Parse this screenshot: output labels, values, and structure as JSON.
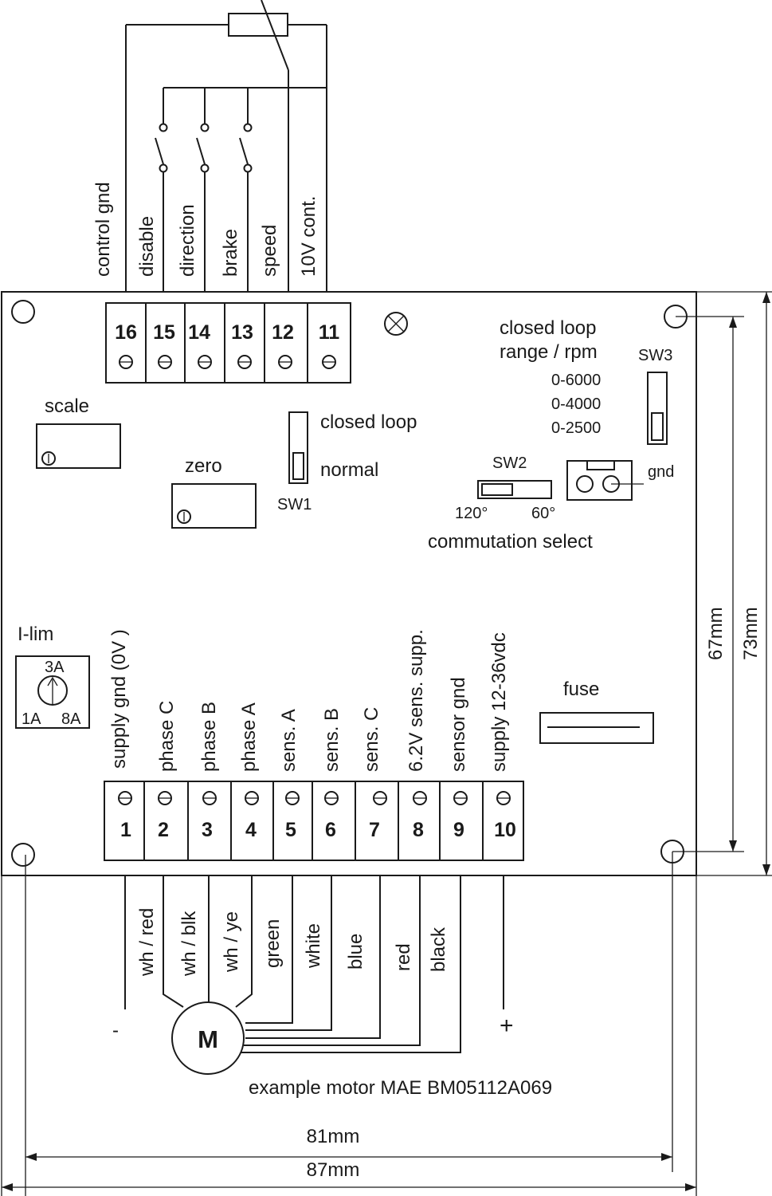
{
  "top_terminals": {
    "numbers": [
      "16",
      "15",
      "14",
      "13",
      "12",
      "11"
    ],
    "labels": [
      "control gnd",
      "disable",
      "direction",
      "brake",
      "speed",
      "10V cont."
    ]
  },
  "bottom_terminals": {
    "numbers": [
      "1",
      "2",
      "3",
      "4",
      "5",
      "6",
      "7",
      "8",
      "9",
      "10"
    ],
    "labels": [
      "supply gnd (0V )",
      "phase C",
      "phase B",
      "phase A",
      "sens. A",
      "sens. B",
      "sens. C",
      "6.2V  sens. supp.",
      "sensor gnd",
      "supply 12-36vdc"
    ]
  },
  "wires": {
    "colors": [
      "wh / red",
      "wh / blk",
      "wh / ye",
      "green",
      "white",
      "blue",
      "red",
      "black"
    ],
    "minus": "-",
    "plus": "+"
  },
  "controls": {
    "scale": "scale",
    "zero": "zero",
    "closed_loop": "closed loop",
    "normal": "normal",
    "sw1": "SW1",
    "sw2": "SW2",
    "sw3": "SW3",
    "range_line1": "closed loop",
    "range_line2": "range / rpm",
    "ranges": [
      "0-6000",
      "0-4000",
      "0-2500"
    ],
    "angle_120": "120°",
    "angle_60": "60°",
    "commutation": "commutation select",
    "gnd": "gnd",
    "ilim": "I-lim",
    "ilim_3a": "3A",
    "ilim_1a": "1A",
    "ilim_8a": "8A",
    "fuse": "fuse"
  },
  "motor": {
    "symbol": "M",
    "caption": "example motor MAE BM05112A069"
  },
  "dimensions": {
    "w81": "81mm",
    "w87": "87mm",
    "h67": "67mm",
    "h73": "73mm"
  }
}
